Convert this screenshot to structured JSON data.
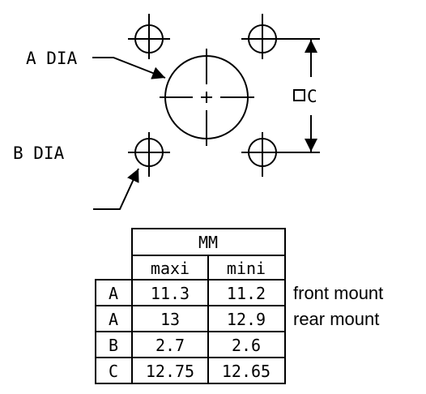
{
  "labels": {
    "a_dia": "A DIA",
    "b_dia": "B DIA",
    "c": "C"
  },
  "table": {
    "unit_header": "MM",
    "col_maxi": "maxi",
    "col_mini": "mini",
    "rows": [
      {
        "key": "A",
        "maxi": "11.3",
        "mini": "11.2"
      },
      {
        "key": "A",
        "maxi": "13",
        "mini": "12.9"
      },
      {
        "key": "B",
        "maxi": "2.7",
        "mini": "2.6"
      },
      {
        "key": "C",
        "maxi": "12.75",
        "mini": "12.65"
      }
    ]
  },
  "notes": {
    "front": "front mount",
    "rear": "rear mount"
  }
}
